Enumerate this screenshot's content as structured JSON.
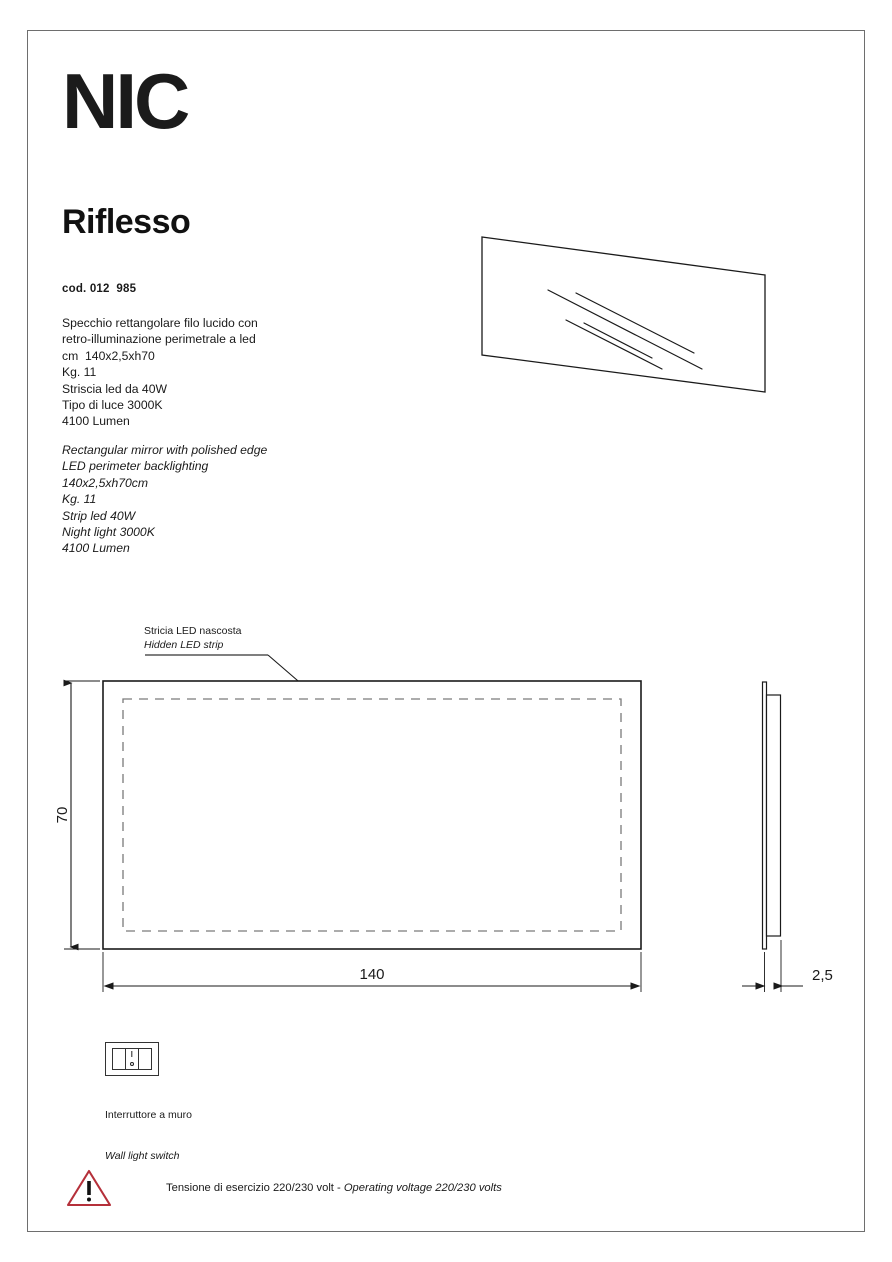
{
  "brand": {
    "logo_text": "NIC"
  },
  "product": {
    "title": "Riflesso",
    "code": "cod. 012  985",
    "spec_it": "Specchio rettangolare filo lucido con\nretro-illuminazione perimetrale a led\ncm  140x2,5xh70\nKg. 11\nStriscia led da 40W\nTipo di luce 3000K\n4100 Lumen",
    "spec_en": "Rectangular mirror with polished edge\nLED perimeter backlighting\n140x2,5xh70cm\nKg. 11\nStrip led 40W\nNight light 3000K\n4100 Lumen"
  },
  "callout": {
    "it": "Stricia LED nascosta",
    "en": "Hidden LED strip"
  },
  "dimensions": {
    "height": "70",
    "width": "140",
    "depth": "2,5"
  },
  "switch": {
    "caption_it": "Interruttore a muro",
    "caption_en": "Wall light switch"
  },
  "warning": {
    "text_it": "Tensione di esercizio 220/230 volt - ",
    "text_en": "Operating voltage 220/230 volts",
    "triangle_color": "#b5303a",
    "mark_color": "#111111"
  },
  "colors": {
    "frame": "#6e6e6e",
    "line": "#1a1a1a",
    "dashed": "#6b6b6b",
    "text": "#1a1a1a"
  }
}
